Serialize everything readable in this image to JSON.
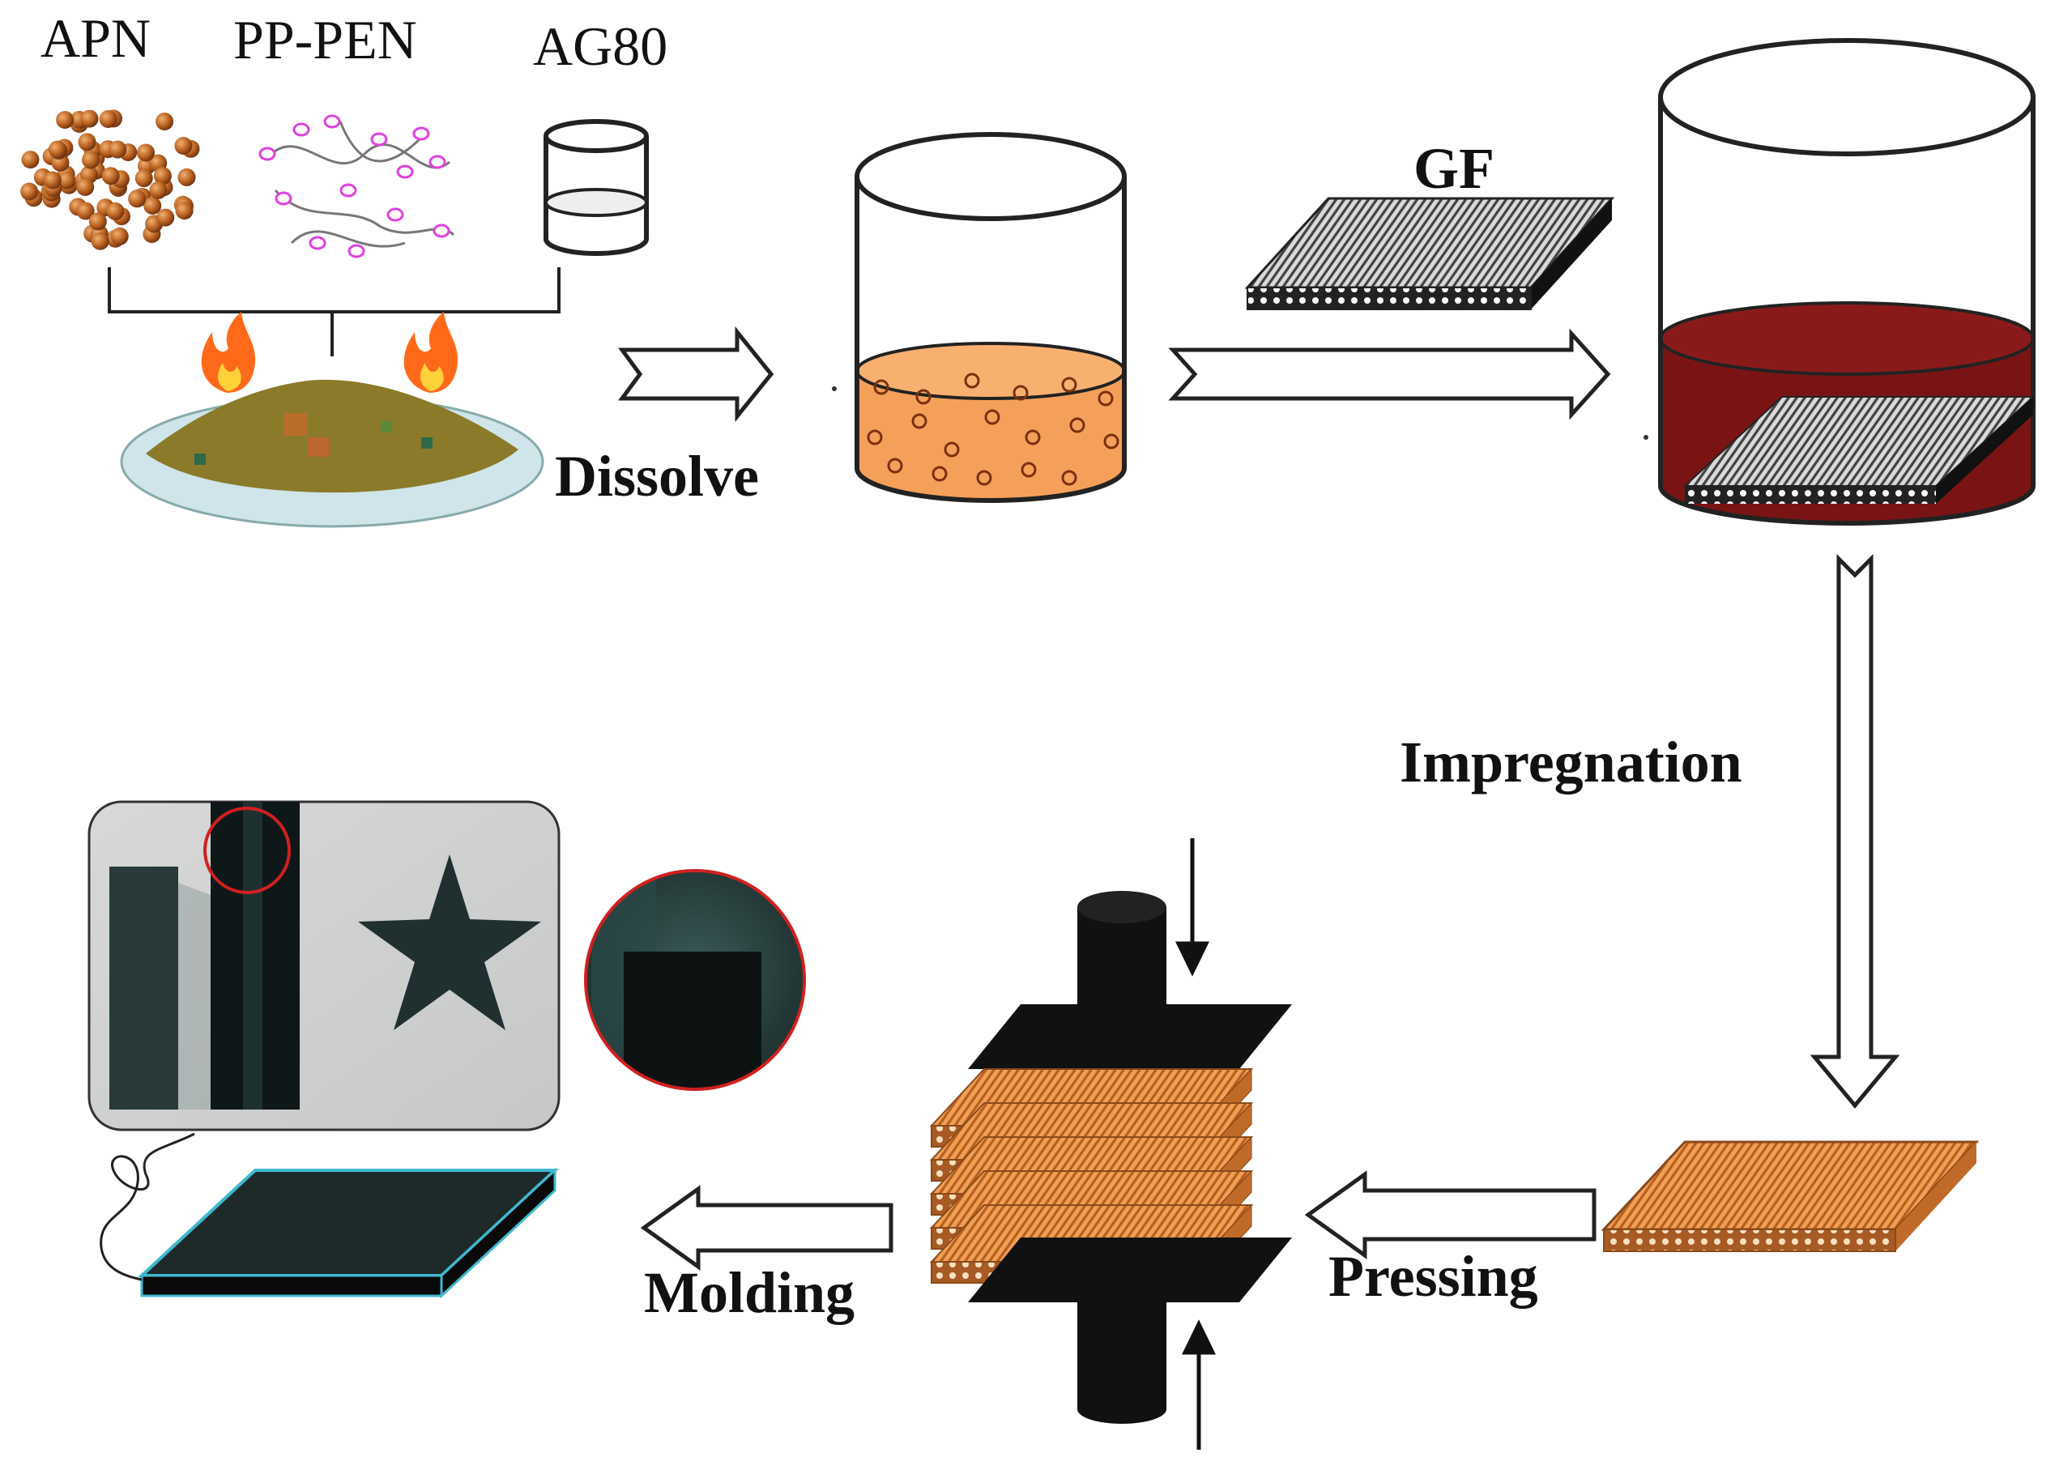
{
  "materials": {
    "apn": "APN",
    "pp_pen": "PP-PEN",
    "ag80": "AG80"
  },
  "fiber": {
    "gf": "GF"
  },
  "steps": {
    "dissolve": "Dissolve",
    "impregnation": "Impregnation",
    "pressing": "Pressing",
    "molding": "Molding"
  },
  "colors": {
    "powder": "#8a7a2a",
    "solution": "#f5a05a",
    "resin": "#7a1414",
    "prepreg": "#e08a40",
    "flame": "#ff6a1a",
    "pp_pen_highlight": "#e040e0",
    "product": "#1e2a2a",
    "product_edge": "#3fb8d0",
    "zoom_ring": "#d02020"
  }
}
